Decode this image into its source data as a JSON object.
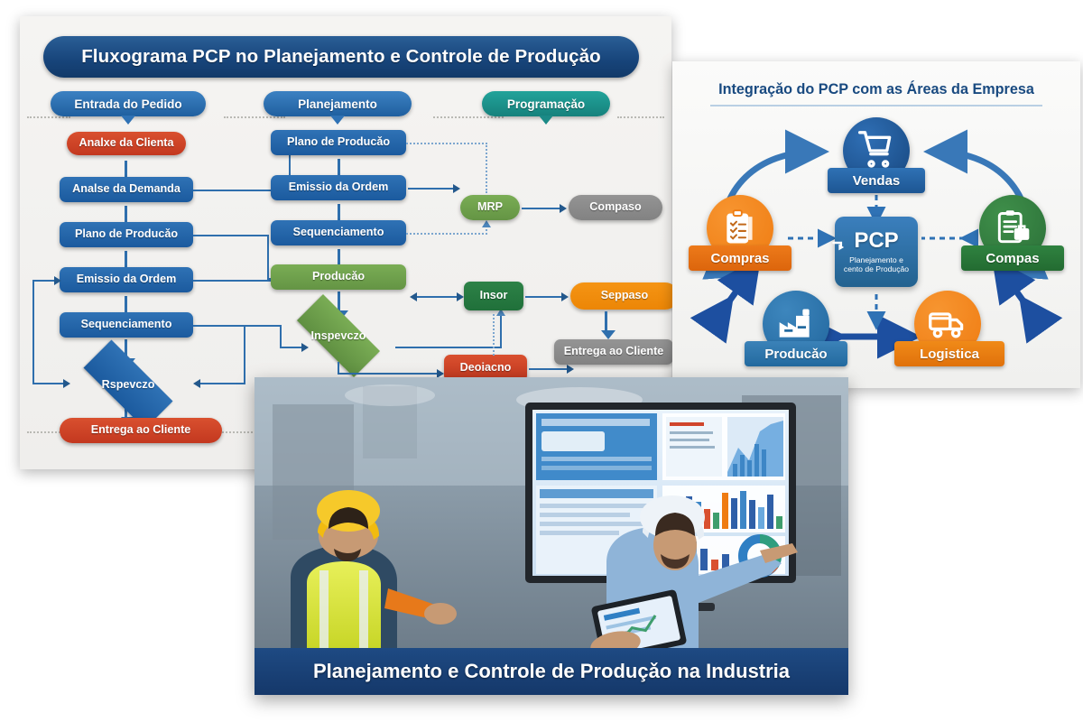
{
  "flowchart": {
    "title": "Fluxograma PCP no Planejamento e Controle de Produçǎo",
    "columns": [
      {
        "label": "Entrada do Pedido",
        "color": "#2f72b5"
      },
      {
        "label": "Planejamento",
        "color": "#2f72b5"
      },
      {
        "label": "Programaçǎo",
        "color": "#1b8a86"
      }
    ],
    "col1": [
      {
        "label": "Analxe da Clienta",
        "style": "red"
      },
      {
        "label": "Analse da Demanda",
        "style": "blue"
      },
      {
        "label": "Plano de Producǎo",
        "style": "blue"
      },
      {
        "label": "Emissio da Ordem",
        "style": "blue"
      },
      {
        "label": "Sequenciamento",
        "style": "blue"
      },
      {
        "label": "Rspevczo",
        "style": "diamond-blue"
      },
      {
        "label": "Entrega ao Cliente",
        "style": "red"
      }
    ],
    "col2": [
      {
        "label": "Plano de Producǎo",
        "style": "blue"
      },
      {
        "label": "Emissio da Ordem",
        "style": "blue"
      },
      {
        "label": "Sequenciamento",
        "style": "blue"
      },
      {
        "label": "Producǎo",
        "style": "green"
      },
      {
        "label": "Inspevczo",
        "style": "diamond-green"
      }
    ],
    "col3": [
      {
        "label": "MRP",
        "style": "green"
      },
      {
        "label": "Compaso",
        "style": "gray"
      },
      {
        "label": "Insor",
        "style": "dark-green"
      },
      {
        "label": "Seppaso",
        "style": "orange"
      },
      {
        "label": "Deoiacno",
        "style": "red"
      },
      {
        "label": "Entrega ao Cliente",
        "style": "gray"
      }
    ]
  },
  "integration": {
    "title": "Integraçǎo do PCP com as Áreas da Empresa",
    "center": {
      "acronym": "PCP",
      "subtitle_line1": "Planejamento e",
      "subtitle_line2": "cento de Produçǎo",
      "color": "#2f72b5"
    },
    "nodes": [
      {
        "label": "Vendas",
        "icon": "shopping-cart-icon",
        "color": "#1d5693",
        "position": "top"
      },
      {
        "label": "Compras",
        "icon": "clipboard-checklist-icon",
        "color": "#ee7c12",
        "position": "left"
      },
      {
        "label": "Compas",
        "icon": "clipboard-briefcase-icon",
        "color": "#2b7038",
        "position": "right"
      },
      {
        "label": "Producǎo",
        "icon": "factory-icon",
        "color": "#236a9f",
        "position": "bottom-left"
      },
      {
        "label": "Logistica",
        "icon": "truck-icon",
        "color": "#e0710b",
        "position": "bottom-right"
      }
    ]
  },
  "photo": {
    "caption": "Planejamento e Controle de Produçǎo na Industria",
    "scene": "two-engineers-hard-hats-viewing-dashboard-monitor"
  }
}
